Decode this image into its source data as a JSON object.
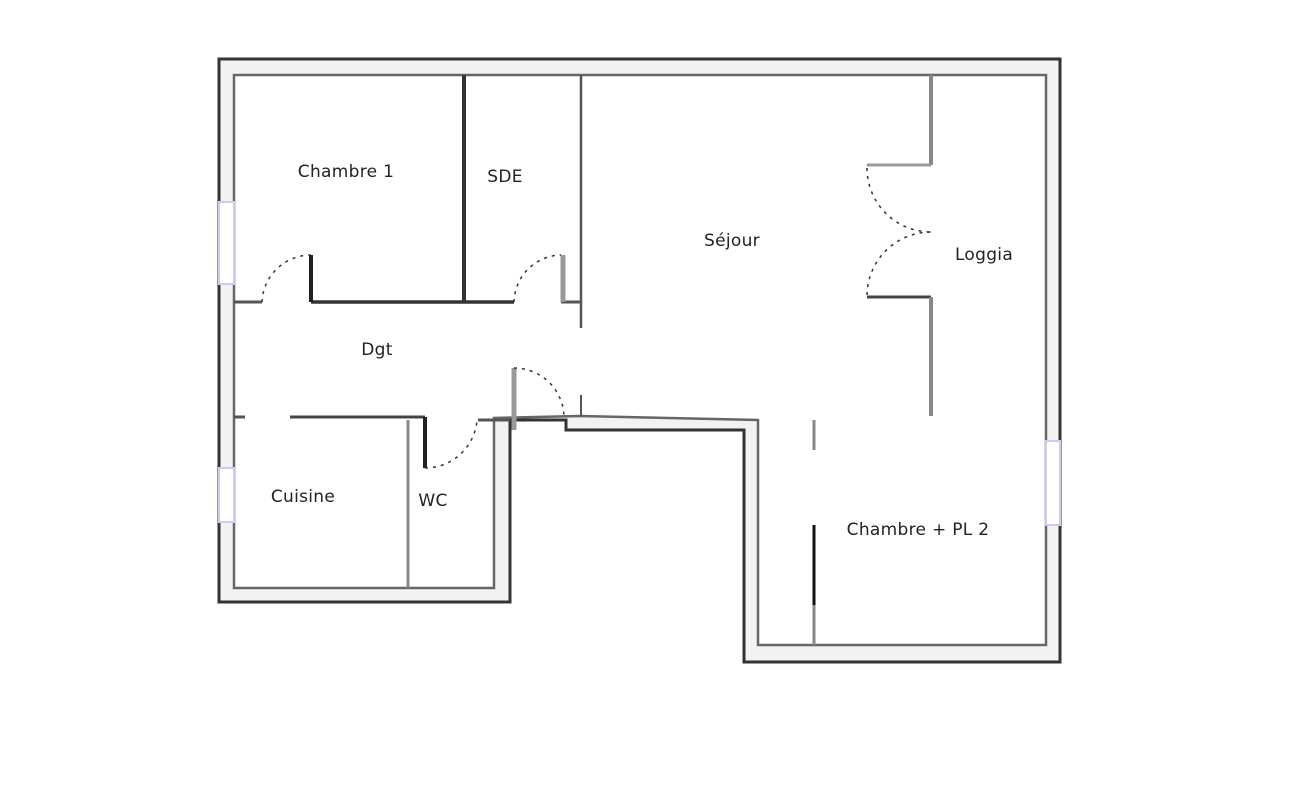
{
  "plan": {
    "rooms": [
      {
        "id": "chambre-1",
        "label": "Chambre 1"
      },
      {
        "id": "sde",
        "label": "SDE"
      },
      {
        "id": "sejour",
        "label": "Séjour"
      },
      {
        "id": "loggia",
        "label": "Loggia"
      },
      {
        "id": "dgt",
        "label": "Dgt"
      },
      {
        "id": "cuisine",
        "label": "Cuisine"
      },
      {
        "id": "wc",
        "label": "WC"
      },
      {
        "id": "chambre-pl-2",
        "label": "Chambre + PL 2"
      }
    ],
    "colors": {
      "wall_outer": "#333333",
      "wall_fill": "#f2f2f2",
      "wall_inner": "#666666",
      "window": "#c9cdf0"
    }
  }
}
